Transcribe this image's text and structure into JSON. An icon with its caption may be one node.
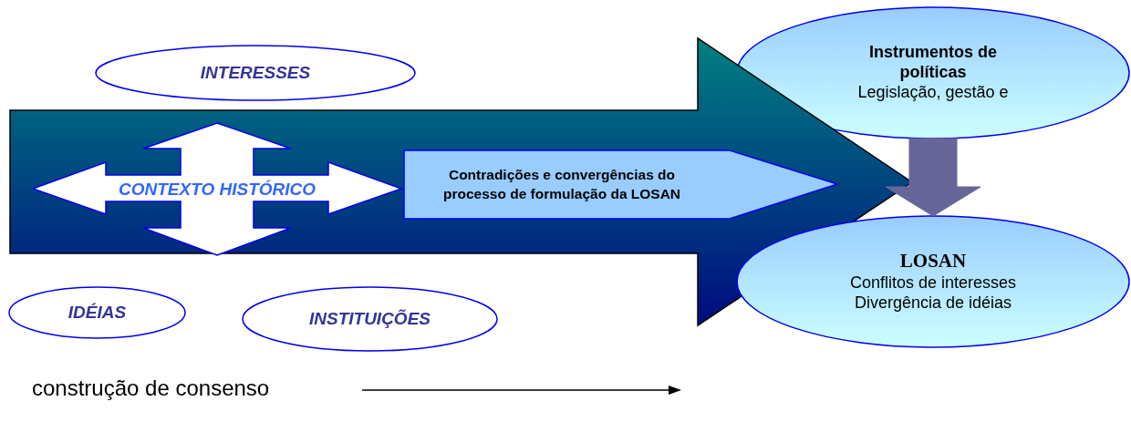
{
  "diagram": {
    "nodes": [
      {
        "text": [
          "INTERESSES"
        ]
      },
      {
        "text": [
          "Instrumentos de políticas",
          "Legislação, gestão e"
        ]
      },
      {
        "text": [],
        "shape": "arrow"
      },
      {
        "text": [
          "CONTEXTO HISTÓRICO"
        ],
        "in": 2
      },
      {
        "text": [
          "Contradições e convergências do processo de formulação da LOSAN"
        ],
        "in": 2
      },
      {
        "text": [
          "LOSAN",
          "Conflitos de interesses",
          "Divergência de idéias"
        ]
      },
      {
        "text": [
          "IDÉIAS"
        ]
      },
      {
        "text": [
          "INSTITUIÇÕES"
        ]
      }
    ],
    "edges": [
      {
        "from": 1,
        "to": 5,
        "arrow": "to"
      }
    ],
    "labels": [
      "construção de consenso"
    ]
  }
}
